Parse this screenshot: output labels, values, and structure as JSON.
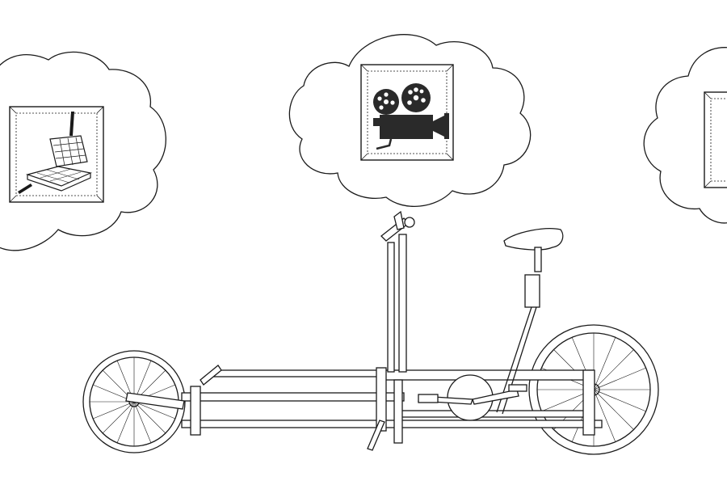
{
  "illustration": {
    "style": "line-drawing",
    "ink_color": "#1a1a1a",
    "fill_color": "#ffffff",
    "clouds": [
      {
        "name": "thought-cloud-left",
        "icon": "waffle-iron-icon"
      },
      {
        "name": "thought-cloud-center",
        "icon": "film-camera-icon"
      },
      {
        "name": "thought-cloud-right",
        "icon": "empty-frame-icon"
      }
    ],
    "vehicle": "cargo-bike-icon"
  }
}
